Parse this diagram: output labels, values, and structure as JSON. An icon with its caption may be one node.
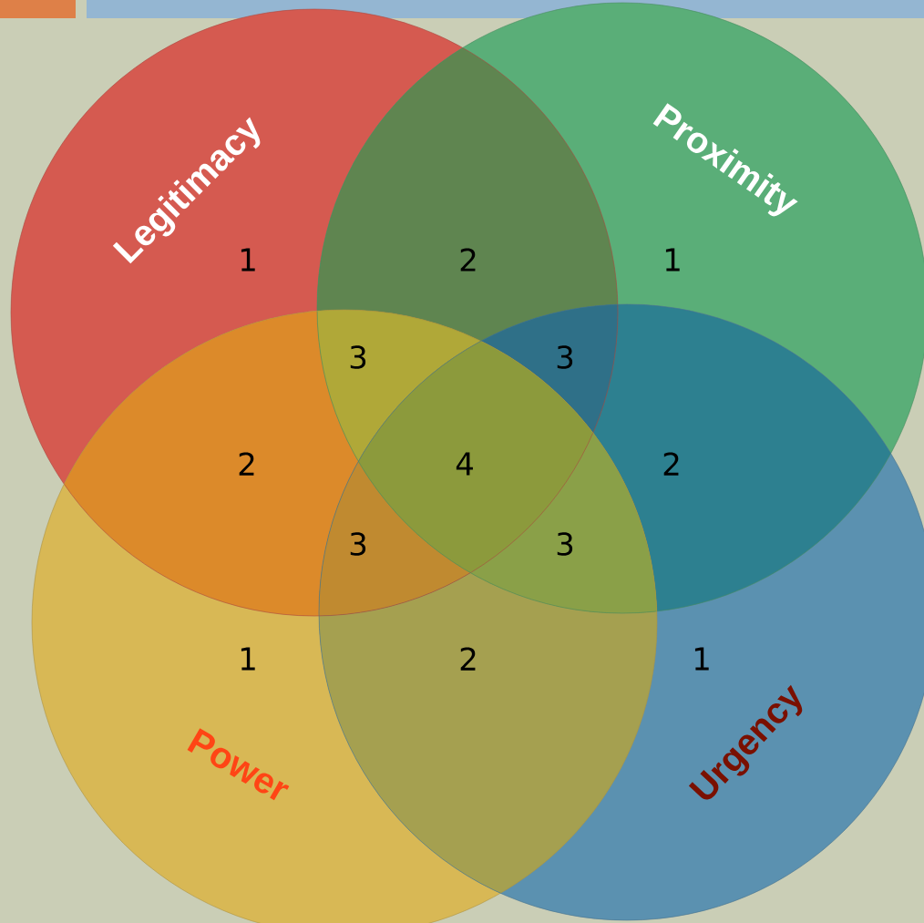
{
  "diagram": {
    "nodes": [
      {
        "text": [
          "Legitimacy"
        ]
      },
      {
        "text": [
          "Proximity"
        ]
      },
      {
        "text": [
          "Power"
        ]
      },
      {
        "text": [
          "Urgency"
        ]
      }
    ],
    "labels": [
      "1",
      "2",
      "1",
      "3",
      "3",
      "2",
      "4",
      "2",
      "3",
      "3",
      "1",
      "2",
      "1"
    ]
  }
}
